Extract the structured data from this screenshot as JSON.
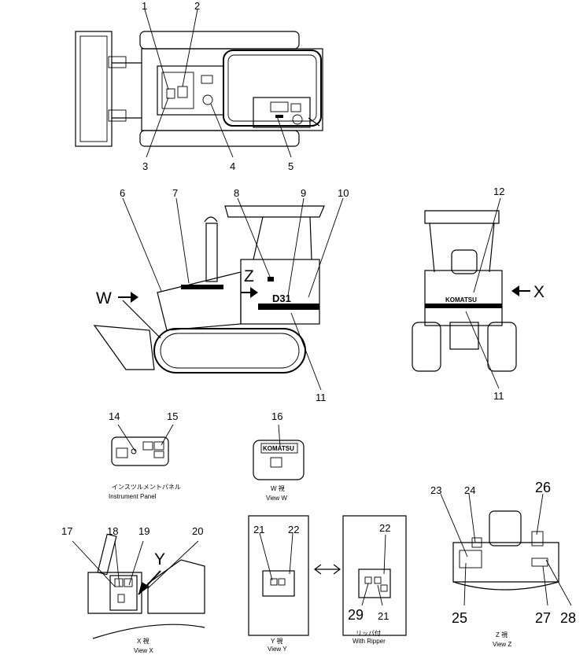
{
  "callouts": {
    "n1": "1",
    "n2": "2",
    "n3": "3",
    "n4": "4",
    "n5": "5",
    "n6": "6",
    "n7": "7",
    "n8": "8",
    "n9": "9",
    "n10": "10",
    "n11a": "11",
    "n11b": "11",
    "n12": "12",
    "n14": "14",
    "n15": "15",
    "n16": "16",
    "n17": "17",
    "n18": "18",
    "n19": "19",
    "n20": "20",
    "n21a": "21",
    "n21b": "21",
    "n22a": "22",
    "n22b": "22",
    "n23": "23",
    "n24": "24",
    "n25": "25",
    "n26": "26",
    "n27": "27",
    "n28": "28",
    "n29": "29"
  },
  "arrows": {
    "w": "W",
    "z": "Z",
    "x": "X",
    "y": "Y"
  },
  "side_text": {
    "model": "D31",
    "brand": "KOMATSU",
    "brand2": "KOMATSU"
  },
  "captions": {
    "instrument_jp": "インスツルメントパネル",
    "instrument_en": "Instrument Panel",
    "w_jp": "W 視",
    "w_en": "View W",
    "x_jp": "X 視",
    "x_en": "View X",
    "y_jp": "Y 視",
    "y_en": "View Y",
    "ripper_jp": "リッパ付",
    "ripper_en": "With Ripper",
    "z_jp": "Z 視",
    "z_en": "View Z"
  }
}
